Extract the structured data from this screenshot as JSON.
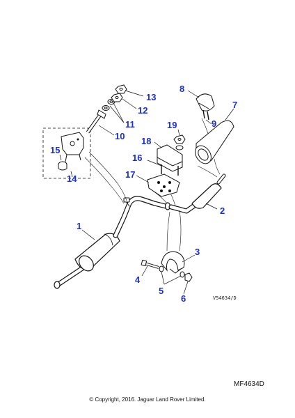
{
  "diagram": {
    "callout_color": "#1a2fd6",
    "line_color": "#111111",
    "reference_code": "V54634/D",
    "figure_code": "MF4634D",
    "copyright": "© Copyright, 2016. Jaguar Land Rover Limited.",
    "callouts": {
      "c1": "1",
      "c2": "2",
      "c3": "3",
      "c4": "4",
      "c5": "5",
      "c6": "6",
      "c7": "7",
      "c8": "8",
      "c9": "9",
      "c10": "10",
      "c11": "11",
      "c12": "12",
      "c13": "13",
      "c14": "14",
      "c15": "15",
      "c16": "16",
      "c17": "17",
      "c18": "18",
      "c19": "19"
    }
  }
}
